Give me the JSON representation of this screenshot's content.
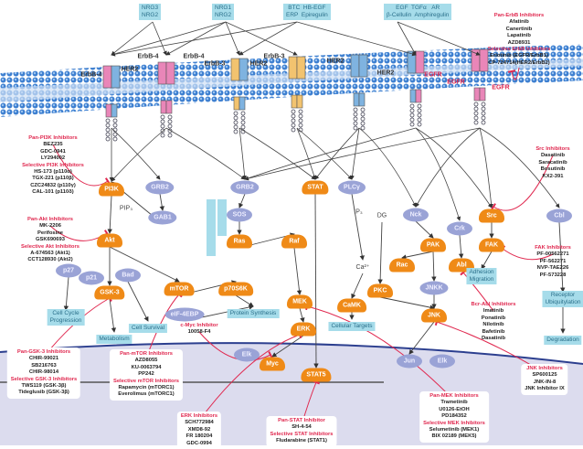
{
  "colors": {
    "membrane": "#2f6fc0",
    "kinase": "#ef8a17",
    "adaptor": "#9aa3d6",
    "outcome": "#a6dcea",
    "inhibitor_title": "#e0284f",
    "nucleus": "#dcdcee"
  },
  "ligands": [
    {
      "id": "l1",
      "text": "NRG3\nNRG2"
    },
    {
      "id": "l2",
      "text": "NRG1\nNRG2"
    },
    {
      "id": "l3",
      "text": "BTC  HB-EGF\nERP  Epiregulin"
    },
    {
      "id": "l4",
      "text": "EGF  TGFα   AR\nβ-Cellulin  Amphiregulin"
    }
  ],
  "receptor_labels": [
    {
      "id": "r1a",
      "text": "ErbB-4"
    },
    {
      "id": "r1b",
      "text": "HER2"
    },
    {
      "id": "r2a",
      "text": "ErbB-4"
    },
    {
      "id": "r2b",
      "text": "ErbB-4"
    },
    {
      "id": "r3a",
      "text": "ErbB-3"
    },
    {
      "id": "r3b",
      "text": "HER2"
    },
    {
      "id": "r4a",
      "text": "ErbB-3"
    },
    {
      "id": "r5a",
      "text": "HER2"
    },
    {
      "id": "r6a",
      "text": "HER2"
    },
    {
      "id": "r6b",
      "text": "EGFR",
      "red": true
    },
    {
      "id": "r7a",
      "text": "EGFR",
      "red": true
    },
    {
      "id": "r7b",
      "text": "EGFR",
      "red": true
    }
  ],
  "nodes": [
    {
      "id": "pi3k",
      "label": "PI3K",
      "kind": "orange"
    },
    {
      "id": "grb2a",
      "label": "GRB2",
      "kind": "lav"
    },
    {
      "id": "gab1",
      "label": "GAB1",
      "kind": "lav"
    },
    {
      "id": "pip3",
      "label": "PIP₃",
      "kind": "txt"
    },
    {
      "id": "akt",
      "label": "Akt",
      "kind": "orange"
    },
    {
      "id": "p27",
      "label": "p27",
      "kind": "lav"
    },
    {
      "id": "p21",
      "label": "p21",
      "kind": "lav"
    },
    {
      "id": "bad",
      "label": "Bad",
      "kind": "lav"
    },
    {
      "id": "gsk3",
      "label": "GSK-3",
      "kind": "orange"
    },
    {
      "id": "mtor",
      "label": "mTOR",
      "kind": "orange"
    },
    {
      "id": "eif",
      "label": "eIF-4EBP",
      "kind": "lav"
    },
    {
      "id": "p70",
      "label": "p70S6K",
      "kind": "orange"
    },
    {
      "id": "grb2b",
      "label": "GRB2",
      "kind": "lav"
    },
    {
      "id": "sos",
      "label": "SOS",
      "kind": "lav"
    },
    {
      "id": "ras",
      "label": "Ras",
      "kind": "orange"
    },
    {
      "id": "raf",
      "label": "Raf",
      "kind": "orange"
    },
    {
      "id": "mek",
      "label": "MEK",
      "kind": "orange"
    },
    {
      "id": "erk",
      "label": "ERK",
      "kind": "orange"
    },
    {
      "id": "stat",
      "label": "STAT",
      "kind": "orange"
    },
    {
      "id": "plc",
      "label": "PLCγ",
      "kind": "lav"
    },
    {
      "id": "ip3",
      "label": "IP₃",
      "kind": "txt"
    },
    {
      "id": "dg",
      "label": "DG",
      "kind": "txt"
    },
    {
      "id": "ca",
      "label": "Ca²⁺",
      "kind": "txt"
    },
    {
      "id": "pkc",
      "label": "PKC",
      "kind": "orange"
    },
    {
      "id": "camk",
      "label": "CaMK",
      "kind": "orange"
    },
    {
      "id": "nck",
      "label": "Nck",
      "kind": "lav"
    },
    {
      "id": "crk",
      "label": "Crk",
      "kind": "lav"
    },
    {
      "id": "src",
      "label": "Src",
      "kind": "orange"
    },
    {
      "id": "cbl",
      "label": "Cbl",
      "kind": "lav"
    },
    {
      "id": "pak",
      "label": "PAK",
      "kind": "orange"
    },
    {
      "id": "rac",
      "label": "Rac",
      "kind": "orange"
    },
    {
      "id": "abl",
      "label": "Abl",
      "kind": "orange"
    },
    {
      "id": "fak",
      "label": "FAK",
      "kind": "orange"
    },
    {
      "id": "jnkk",
      "label": "JNKK",
      "kind": "lav"
    },
    {
      "id": "jnk",
      "label": "JNK",
      "kind": "orange"
    },
    {
      "id": "jun",
      "label": "Jun",
      "kind": "lav"
    },
    {
      "id": "elk2",
      "label": "Elk",
      "kind": "lav"
    },
    {
      "id": "elk1",
      "label": "Elk",
      "kind": "lav"
    },
    {
      "id": "myc",
      "label": "Myc",
      "kind": "orange"
    },
    {
      "id": "stat5",
      "label": "STAT5",
      "kind": "orange"
    },
    {
      "id": "o_cc",
      "label": "Cell Cycle\nProgression",
      "kind": "box"
    },
    {
      "id": "o_cs",
      "label": "Cell Survival",
      "kind": "box"
    },
    {
      "id": "o_met",
      "label": "Metabolism",
      "kind": "box"
    },
    {
      "id": "o_ps",
      "label": "Protein Synthesis",
      "kind": "box"
    },
    {
      "id": "o_ct",
      "label": "Cellular Targets",
      "kind": "box"
    },
    {
      "id": "o_am",
      "label": "Adhesion\nMigration",
      "kind": "box"
    },
    {
      "id": "o_ru",
      "label": "Receptor\nUbiquitylation",
      "kind": "box"
    },
    {
      "id": "o_deg",
      "label": "Degradation",
      "kind": "box"
    }
  ],
  "inhibitors": [
    {
      "id": "erbb",
      "groups": [
        {
          "title": "Pan-ErbB Inhibitors",
          "items": [
            "Afatinib",
            "Canertinib",
            "Lapatinib",
            "AZD8931"
          ]
        },
        {
          "title": "Selective ErbB Inhibitors",
          "items": [
            "Erlotinib (EGFR/ErbB1)",
            "CP-724714(HER2/ErbB2)"
          ]
        }
      ]
    },
    {
      "id": "pi3k",
      "groups": [
        {
          "title": "Pan-PI3K Inhibitors",
          "items": [
            "BEZ235",
            "GDC-0941",
            "LY294002"
          ]
        },
        {
          "title": "Selective PI3K Inhibitors",
          "items": [
            "HS-173 (p110α)",
            "TGX-221 (p110β)",
            "CZC24832 (p110γ)",
            "CAL-101 (p110δ)"
          ]
        }
      ]
    },
    {
      "id": "akt",
      "groups": [
        {
          "title": "Pan-Akt Inhibitors",
          "items": [
            "MK-2206",
            "Perifosine",
            "GSK690693"
          ]
        },
        {
          "title": "Selective Akt Inhibitors",
          "items": [
            "A-674563 (Akt1)",
            "CCT128930 (Akt2)"
          ]
        }
      ]
    },
    {
      "id": "src",
      "groups": [
        {
          "title": "Src Inhibitors",
          "items": [
            "Dasatinib",
            "Saracatinib",
            "Bosutinib",
            "KX2-391"
          ]
        }
      ]
    },
    {
      "id": "fak",
      "groups": [
        {
          "title": "FAK Inhibitors",
          "items": [
            "PF-00562271",
            "PF-562271",
            "NVP-TAE226",
            "PF-573228"
          ]
        }
      ]
    },
    {
      "id": "bcrabl",
      "groups": [
        {
          "title": "Bcr-Abl Inhibitors",
          "items": [
            "Imatinib",
            "Ponatinib",
            "Nilotinib",
            "Bafetinib",
            "Dasatinib"
          ]
        }
      ]
    },
    {
      "id": "cmyc",
      "groups": [
        {
          "title": "c-Myc Inhibitor",
          "items": [
            "10058-F4"
          ]
        }
      ]
    },
    {
      "id": "gsk3",
      "boxed": true,
      "groups": [
        {
          "title": "Pan-GSK-3 Inhibitors",
          "items": [
            "CHIR-99021",
            "SB216763",
            "CHIR-98014"
          ]
        },
        {
          "title": "Selective GSK-3 Inhibitors",
          "items": [
            "TWS119 (GSK-3β)",
            "Tideglusib (GSK-3β)"
          ]
        }
      ]
    },
    {
      "id": "mtor",
      "boxed": true,
      "groups": [
        {
          "title": "Pan-mTOR Inhibitors",
          "items": [
            "AZD8055",
            "KU-0063794",
            "PP242"
          ]
        },
        {
          "title": "Selective mTOR Inhibitors",
          "items": [
            "Rapamycin (mTORC1)",
            "Everolimus (mTORC1)"
          ]
        }
      ]
    },
    {
      "id": "erk",
      "boxed": true,
      "groups": [
        {
          "title": "ERK Inhibitors",
          "items": [
            "SCH772984",
            "XMD8-92",
            "FR 180204",
            "GDC-0994"
          ]
        }
      ]
    },
    {
      "id": "stat",
      "boxed": true,
      "groups": [
        {
          "title": "Pan-STAT Inhibitor",
          "items": [
            "SH-4-54"
          ]
        },
        {
          "title": "Selective STAT Inhibitors",
          "items": [
            "Fludarabine (STAT1)"
          ]
        }
      ]
    },
    {
      "id": "mek",
      "boxed": true,
      "groups": [
        {
          "title": "Pan-MEK Inhibitors",
          "items": [
            "Trametinib",
            "U0126-EtOH",
            "PD184352"
          ]
        },
        {
          "title": "Selective MEK Inhibitors",
          "items": [
            "Selumetinib (MEK1)",
            "BIX 02189 (MEK5)"
          ]
        }
      ]
    },
    {
      "id": "jnk",
      "boxed": true,
      "groups": [
        {
          "title": "JNK Inhibitors",
          "items": [
            "SP600125",
            "JNK-IN-8",
            "JNK Inhibitor IX"
          ]
        }
      ]
    }
  ]
}
